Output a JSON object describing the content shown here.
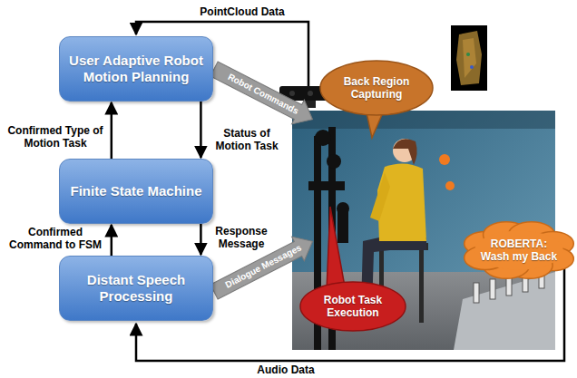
{
  "diagram": {
    "nodes": [
      {
        "text": [
          "User Adaptive Robot Motion Planning"
        ]
      },
      {
        "text": [
          "Finite State Machine"
        ]
      },
      {
        "text": [
          "Distant Speech Processing"
        ]
      },
      {
        "text": [
          "Back Region Capturing"
        ]
      },
      {
        "text": [
          "ROBERTA: Wash my Back"
        ]
      },
      {
        "text": [
          "Robot Task Execution"
        ]
      }
    ],
    "edges": [
      {
        "from": 1,
        "to": 0,
        "arrow": "to",
        "label": "Confirmed Type of Motion Task"
      },
      {
        "from": 0,
        "to": 1,
        "arrow": "to",
        "label": "Status of Motion Task"
      },
      {
        "from": 2,
        "to": 1,
        "arrow": "to",
        "label": "Confirmed Command to FSM"
      },
      {
        "from": 1,
        "to": 2,
        "arrow": "to",
        "label": "Response Message"
      }
    ],
    "labels": [
      "PointCloud Data",
      "Robot Commands",
      "Dialogue Messages",
      "Audio Data"
    ]
  }
}
